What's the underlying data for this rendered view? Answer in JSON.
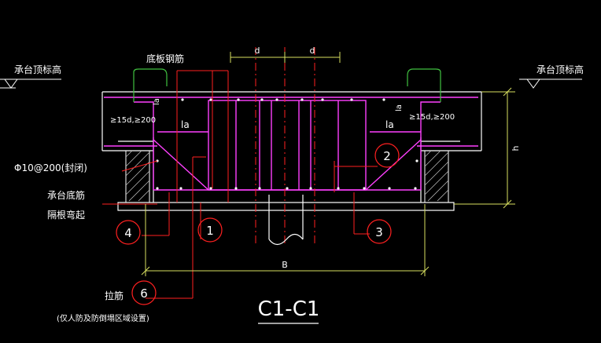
{
  "drawing": {
    "title": "C1-C1",
    "labels": {
      "left_elevation": "承台顶标高",
      "right_elevation": "承台顶标高",
      "bottom_slab_rebar": "底板钢筋",
      "stirrup": "Φ10@200(封闭)",
      "cap_bottom_rebar": "承台底筋",
      "bend_up": "隔根弯起",
      "tie_bar": "拉筋",
      "tie_note": "(仅人防及防倒塌区域设置)",
      "anchor_left": "≥15d,≥200",
      "anchor_right": "≥15d,≥200",
      "la_left": "la",
      "la_right": "la",
      "la_vert_left": "la",
      "la_vert_right": "la"
    },
    "dimensions": {
      "d1": "d",
      "d2": "d",
      "width": "B",
      "height": "h"
    },
    "markers": [
      "1",
      "2",
      "3",
      "4",
      "6"
    ],
    "colors": {
      "background": "#000000",
      "outline": "#ffffff",
      "rebar": "#ff40ff",
      "leader": "#ff2020",
      "dimension": "#d8e060",
      "hatch": "#b8b8b8",
      "green": "#40c040"
    }
  }
}
